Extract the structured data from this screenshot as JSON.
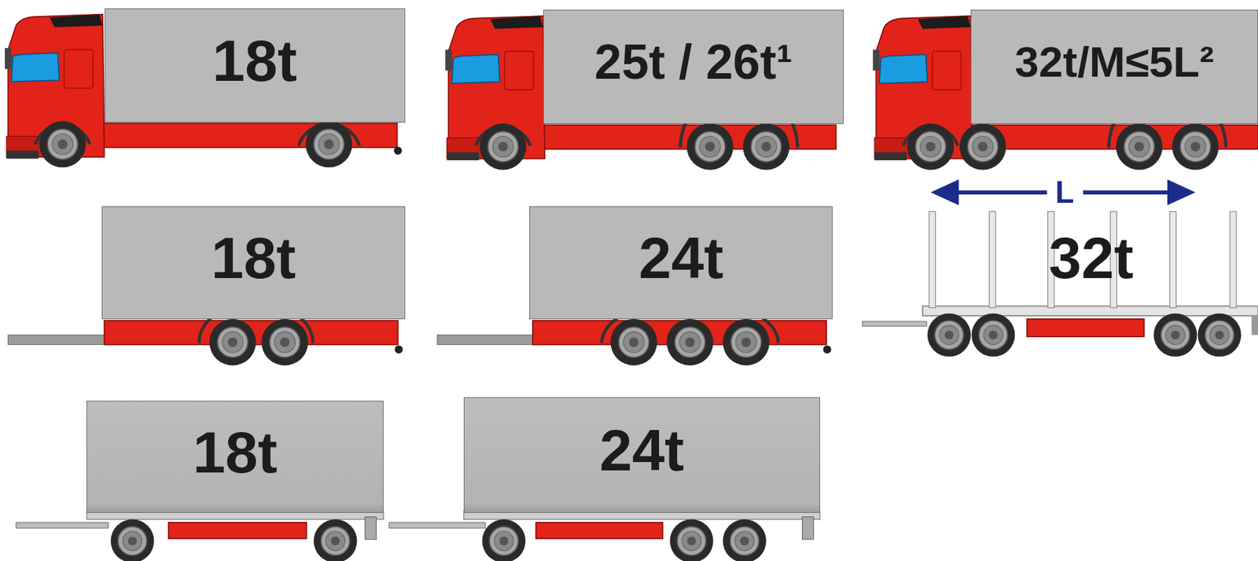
{
  "diagram": {
    "nodes": [
      {
        "text": [
          "18t"
        ]
      },
      {
        "text": [
          "25t / 26t¹"
        ]
      },
      {
        "text": [
          "32t/M≤5L²"
        ]
      },
      {
        "text": [
          "18t"
        ]
      },
      {
        "text": [
          "24t"
        ]
      },
      {
        "text": [
          "18t"
        ]
      },
      {
        "text": [
          "24t"
        ]
      }
    ],
    "labels": [
      "L",
      "32t"
    ]
  }
}
